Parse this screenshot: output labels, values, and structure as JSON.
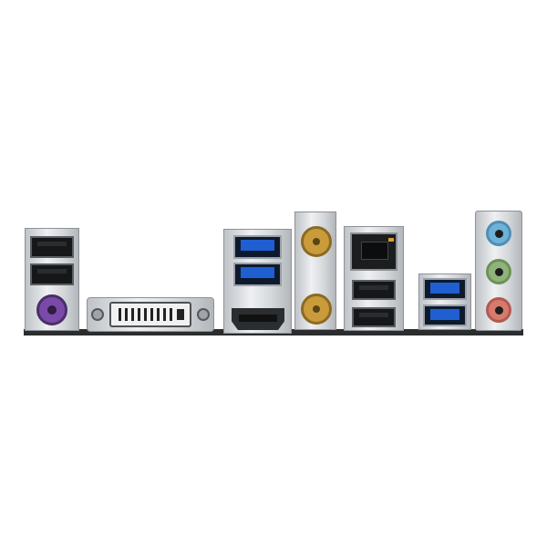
{
  "scene": {
    "description_free": true,
    "colors": {
      "background": "#ffffff",
      "pcb": "#2a2c2e",
      "usb2": "#151719",
      "usb3": "#1f5fd1",
      "ps2_purple": "#7a4aa8",
      "audio_blue": "#6fb2d8",
      "audio_green": "#8fb37a",
      "audio_pink": "#d77a6e",
      "antenna_gold": "#c99b3a",
      "hdmi": "#2b2e31"
    },
    "ports": [
      {
        "id": "usb2-a-top"
      },
      {
        "id": "usb2-a-bottom"
      },
      {
        "id": "ps2-combo"
      },
      {
        "id": "dvi-d"
      },
      {
        "id": "usb3-top"
      },
      {
        "id": "usb3-bottom"
      },
      {
        "id": "hdmi"
      },
      {
        "id": "wifi-antenna-top"
      },
      {
        "id": "wifi-antenna-bottom"
      },
      {
        "id": "rj45-lan"
      },
      {
        "id": "usb2-b-top"
      },
      {
        "id": "usb2-b-bottom"
      },
      {
        "id": "usb3-stack-top"
      },
      {
        "id": "usb3-stack-bottom"
      },
      {
        "id": "audio-line-in"
      },
      {
        "id": "audio-line-out"
      },
      {
        "id": "audio-mic-in"
      }
    ]
  }
}
